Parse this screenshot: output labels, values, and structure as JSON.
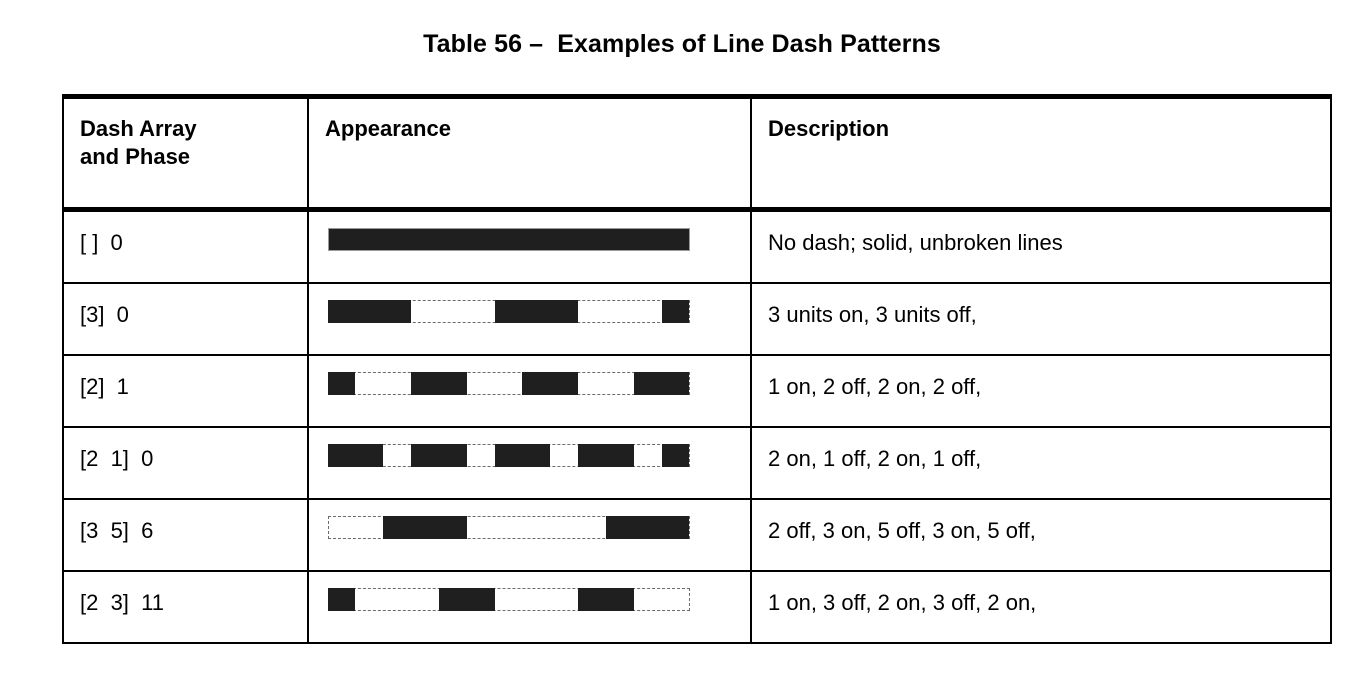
{
  "title": "Table 56 –  Examples of Line Dash Patterns",
  "table": {
    "headers": {
      "dash_array": "Dash Array\nand Phase",
      "appearance": "Appearance",
      "description": "Description"
    },
    "rows": [
      {
        "dash_array": "[ ]  0",
        "description": "No dash; solid, unbroken lines",
        "pattern": {
          "kind": "solid",
          "units_total": 13,
          "segments": []
        }
      },
      {
        "dash_array": "[3]  0",
        "description": "3 units on, 3 units off,",
        "pattern": {
          "kind": "dashed",
          "units_total": 13,
          "segments": [
            {
              "start": 0,
              "length": 3
            },
            {
              "start": 6,
              "length": 3
            },
            {
              "start": 12,
              "length": 1
            }
          ]
        }
      },
      {
        "dash_array": "[2]  1",
        "description": "1 on, 2 off, 2 on, 2 off,",
        "pattern": {
          "kind": "dashed",
          "units_total": 13,
          "segments": [
            {
              "start": 0,
              "length": 1
            },
            {
              "start": 3,
              "length": 2
            },
            {
              "start": 7,
              "length": 2
            },
            {
              "start": 11,
              "length": 2
            }
          ]
        }
      },
      {
        "dash_array": "[2  1]  0",
        "description": "2 on, 1 off, 2 on, 1 off,",
        "pattern": {
          "kind": "dashed",
          "units_total": 13,
          "segments": [
            {
              "start": 0,
              "length": 2
            },
            {
              "start": 3,
              "length": 2
            },
            {
              "start": 6,
              "length": 2
            },
            {
              "start": 9,
              "length": 2
            },
            {
              "start": 12,
              "length": 1
            }
          ]
        }
      },
      {
        "dash_array": "[3  5]  6",
        "description": "2 off, 3 on, 5 off, 3 on, 5 off,",
        "pattern": {
          "kind": "dashed",
          "units_total": 13,
          "segments": [
            {
              "start": 2,
              "length": 3
            },
            {
              "start": 10,
              "length": 3
            }
          ]
        }
      },
      {
        "dash_array": "[2  3]  11",
        "description": "1 on, 3 off, 2 on, 3 off, 2 on,",
        "pattern": {
          "kind": "dashed",
          "units_total": 13,
          "segments": [
            {
              "start": 0,
              "length": 1
            },
            {
              "start": 4,
              "length": 2
            },
            {
              "start": 9,
              "length": 2
            }
          ]
        }
      }
    ]
  },
  "colors": {
    "ink": "#1f1f1f",
    "rule": "#000000",
    "dash_outline": "#6b6b6b",
    "page_background": "#ffffff"
  }
}
